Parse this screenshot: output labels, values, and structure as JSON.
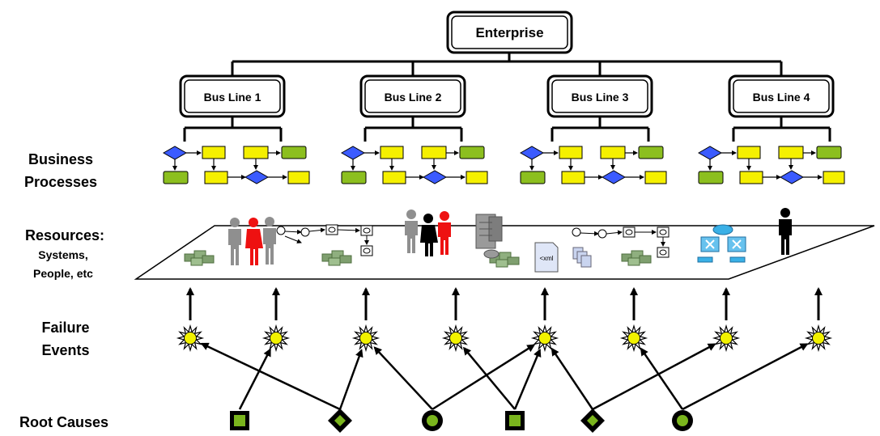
{
  "enterprise": {
    "label": "Enterprise"
  },
  "bus_lines": [
    {
      "label": "Bus Line 1"
    },
    {
      "label": "Bus Line 2"
    },
    {
      "label": "Bus Line 3"
    },
    {
      "label": "Bus Line 4"
    }
  ],
  "row_labels": {
    "business_processes": [
      "Business",
      "Processes"
    ],
    "resources": [
      "Resources:",
      "Systems,",
      "People, etc"
    ],
    "failure_events": [
      "Failure",
      "Events"
    ],
    "root_causes": [
      "Root Causes"
    ]
  },
  "resource_labels": {
    "xml": "<xml"
  },
  "colors": {
    "process_box": "#f5f000",
    "process_green": "#8cbf1f",
    "decision_blue": "#3b5bff",
    "failure_star": "#f2f200",
    "person_gray": "#8f8f8f",
    "person_red": "#ee1111",
    "person_black": "#000000",
    "root_green": "#7ab51d"
  },
  "root_causes": [
    {
      "shape": "square",
      "name": "root-cause-square"
    },
    {
      "shape": "diamond",
      "name": "root-cause-diamond"
    },
    {
      "shape": "circle",
      "name": "root-cause-circle"
    },
    {
      "shape": "square",
      "name": "root-cause-square"
    },
    {
      "shape": "diamond",
      "name": "root-cause-diamond"
    },
    {
      "shape": "circle",
      "name": "root-cause-circle"
    }
  ],
  "failure_event_count": 8
}
